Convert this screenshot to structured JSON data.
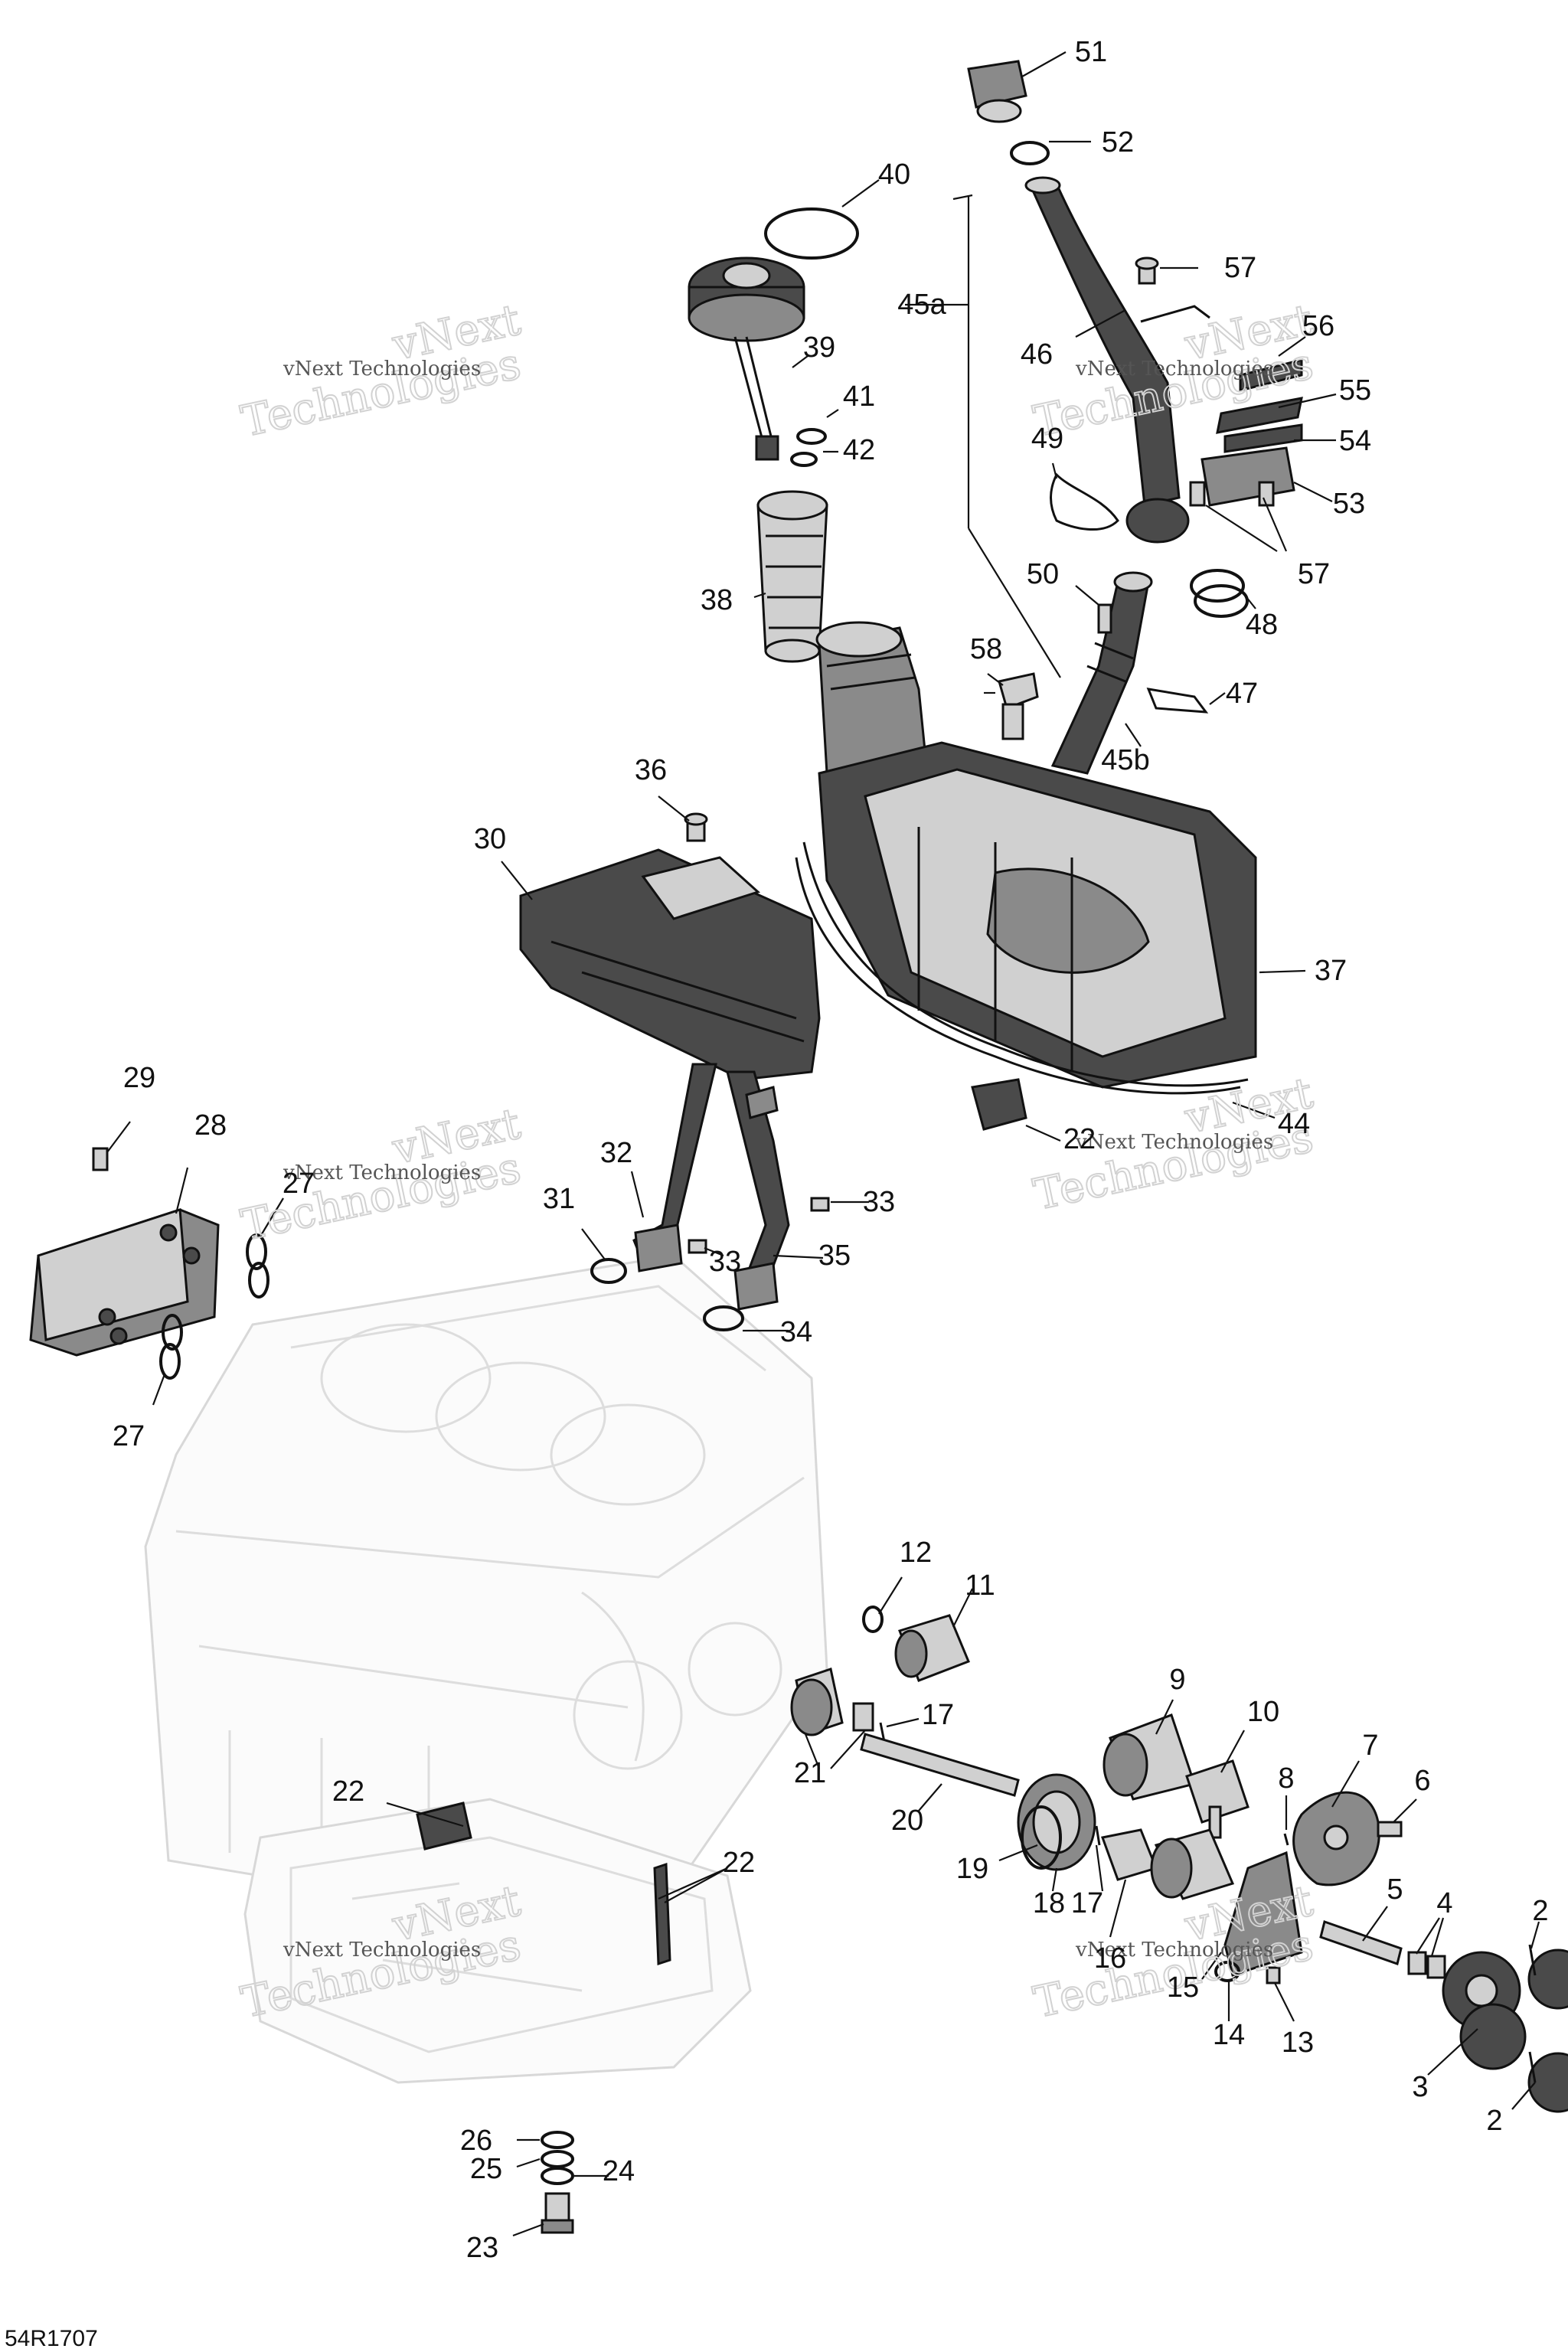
{
  "diagram_ref": "54R1707",
  "watermarks": [
    {
      "small": "vNext Technologies",
      "big": "Technologies",
      "small_top": "vNext"
    },
    {
      "small": "vNext Technologies",
      "big": "Technologies",
      "small_top": "vNext"
    },
    {
      "small": "vNext Technologies",
      "big": "Technologies",
      "small_top": "vNext"
    },
    {
      "small": "vNext Technologies",
      "big": "Technologies",
      "small_top": "vNext"
    },
    {
      "small": "vNext Technologies",
      "big": "Technologies",
      "small_top": "vNext"
    },
    {
      "small": "vNext Technologies",
      "big": "Technologies",
      "small_top": "vNext"
    }
  ],
  "callouts": [
    {
      "label": "51"
    },
    {
      "label": "52"
    },
    {
      "label": "40"
    },
    {
      "label": "57"
    },
    {
      "label": "45a"
    },
    {
      "label": "46"
    },
    {
      "label": "56"
    },
    {
      "label": "39"
    },
    {
      "label": "55"
    },
    {
      "label": "41"
    },
    {
      "label": "49"
    },
    {
      "label": "54"
    },
    {
      "label": "42"
    },
    {
      "label": "53"
    },
    {
      "label": "57"
    },
    {
      "label": "50"
    },
    {
      "label": "48"
    },
    {
      "label": "38"
    },
    {
      "label": "58"
    },
    {
      "label": "47"
    },
    {
      "label": "45b"
    },
    {
      "label": "36"
    },
    {
      "label": "30"
    },
    {
      "label": "37"
    },
    {
      "label": "29"
    },
    {
      "label": "28"
    },
    {
      "label": "44"
    },
    {
      "label": "22"
    },
    {
      "label": "27"
    },
    {
      "label": "32"
    },
    {
      "label": "31"
    },
    {
      "label": "33"
    },
    {
      "label": "33"
    },
    {
      "label": "35"
    },
    {
      "label": "34"
    },
    {
      "label": "27"
    },
    {
      "label": "12"
    },
    {
      "label": "11"
    },
    {
      "label": "9"
    },
    {
      "label": "17"
    },
    {
      "label": "10"
    },
    {
      "label": "21"
    },
    {
      "label": "7"
    },
    {
      "label": "8"
    },
    {
      "label": "6"
    },
    {
      "label": "20"
    },
    {
      "label": "19"
    },
    {
      "label": "18"
    },
    {
      "label": "22"
    },
    {
      "label": "22"
    },
    {
      "label": "17"
    },
    {
      "label": "5"
    },
    {
      "label": "4"
    },
    {
      "label": "2"
    },
    {
      "label": "16"
    },
    {
      "label": "15"
    },
    {
      "label": "14"
    },
    {
      "label": "13"
    },
    {
      "label": "3"
    },
    {
      "label": "2"
    },
    {
      "label": "26"
    },
    {
      "label": "25"
    },
    {
      "label": "24"
    },
    {
      "label": "23"
    }
  ]
}
